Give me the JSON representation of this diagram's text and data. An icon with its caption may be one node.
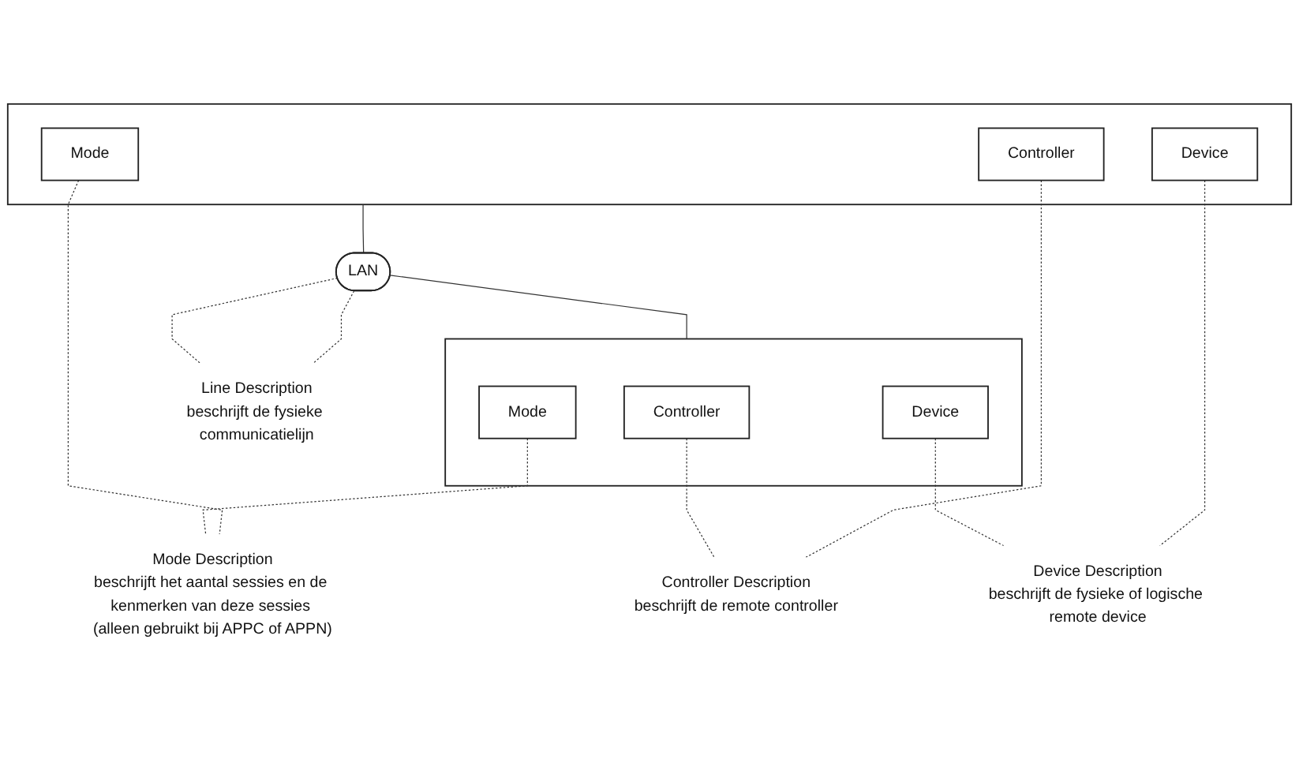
{
  "diagram": {
    "nodes": [
      {
        "text": [],
        "shape": "box"
      },
      {
        "text": [
          "Mode"
        ],
        "in": 0
      },
      {
        "text": [
          "Device"
        ],
        "in": 0
      },
      {
        "text": [
          "Controller"
        ],
        "in": 0
      },
      {
        "text": [
          "LAN"
        ]
      },
      {
        "text": [],
        "shape": "box"
      },
      {
        "text": [
          "Controller"
        ],
        "in": 5
      },
      {
        "text": [
          "Device"
        ],
        "in": 5
      },
      {
        "text": [
          "Mode"
        ],
        "in": 5
      },
      {
        "text": [
          "Line Description",
          "beschrijft de fysieke communicatielijn"
        ]
      },
      {
        "text": [
          "Controller Description",
          "beschrijft de remote controller"
        ]
      },
      {
        "text": [
          "Device Description",
          "beschrijft de fysieke of logische remote device"
        ]
      },
      {
        "text": [
          "Mode Description",
          "beschrijft het aantal sessies en de kenmerken van deze sessies (alleen gebruikt bij APPC of APPN)"
        ]
      }
    ],
    "edges": [
      {
        "from": 0,
        "to": 4,
        "arrow": "none"
      },
      {
        "from": 4,
        "to": 5,
        "arrow": "none"
      },
      {
        "from": 4,
        "to": 9,
        "arrow": "none",
        "style": "dashed"
      },
      {
        "from": 4,
        "to": 9,
        "arrow": "none",
        "style": "dashed"
      },
      {
        "from": 3,
        "to": 10,
        "arrow": "none",
        "style": "dashed"
      },
      {
        "from": 6,
        "to": 10,
        "arrow": "none",
        "style": "dashed"
      },
      {
        "from": 2,
        "to": 11,
        "arrow": "none",
        "style": "dashed"
      },
      {
        "from": 7,
        "to": 11,
        "arrow": "none",
        "style": "dashed"
      },
      {
        "from": 1,
        "to": 12,
        "arrow": "none",
        "style": "dashed"
      },
      {
        "from": 8,
        "to": 12,
        "arrow": "none",
        "style": "dashed"
      }
    ]
  }
}
